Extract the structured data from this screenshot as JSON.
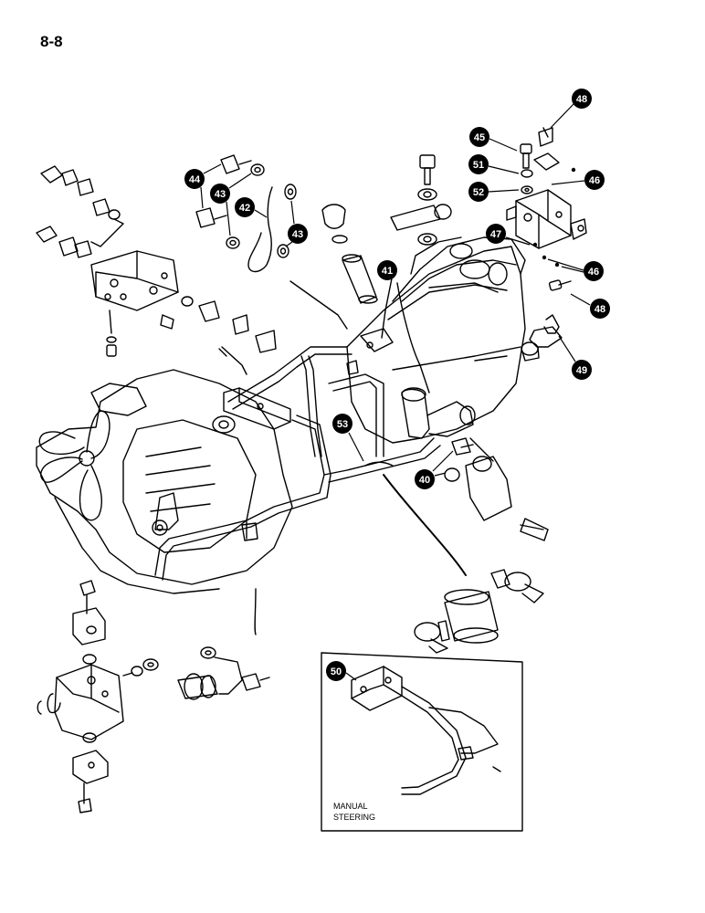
{
  "page": {
    "number": "8-8"
  },
  "colors": {
    "ink": "#000000",
    "paper": "#ffffff",
    "callout_fill": "#000000",
    "callout_text": "#ffffff"
  },
  "callouts": [
    {
      "id": "c48a",
      "label": "48"
    },
    {
      "id": "c45",
      "label": "45"
    },
    {
      "id": "c51",
      "label": "51"
    },
    {
      "id": "c46a",
      "label": "46"
    },
    {
      "id": "c52",
      "label": "52"
    },
    {
      "id": "c47",
      "label": "47"
    },
    {
      "id": "c46b",
      "label": "46"
    },
    {
      "id": "c48b",
      "label": "48"
    },
    {
      "id": "c49",
      "label": "49"
    },
    {
      "id": "c44",
      "label": "44"
    },
    {
      "id": "c43a",
      "label": "43"
    },
    {
      "id": "c42",
      "label": "42"
    },
    {
      "id": "c43b",
      "label": "43"
    },
    {
      "id": "c41",
      "label": "41"
    },
    {
      "id": "c53",
      "label": "53"
    },
    {
      "id": "c40",
      "label": "40"
    },
    {
      "id": "c50",
      "label": "50"
    }
  ],
  "inset": {
    "caption_line1": "MANUAL",
    "caption_line2": "STEERING"
  }
}
